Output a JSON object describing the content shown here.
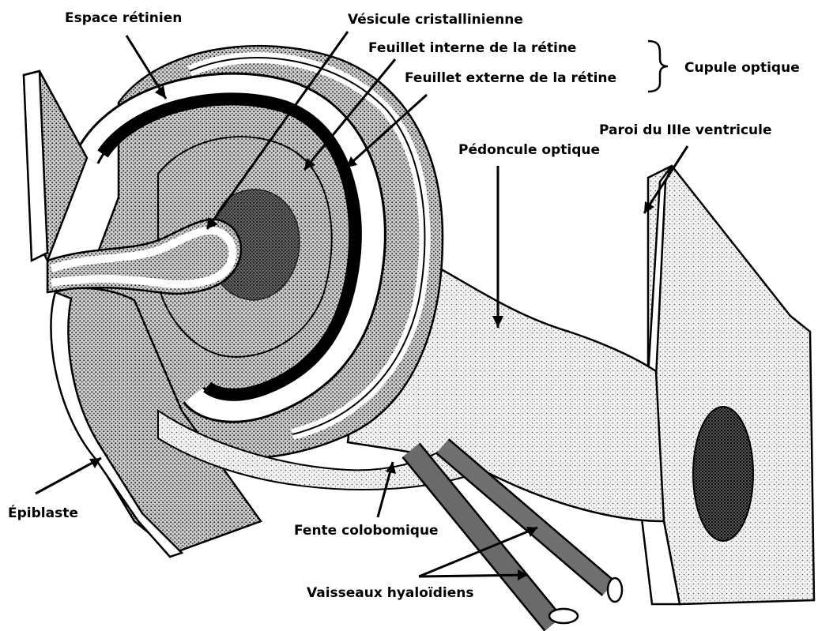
{
  "diagram": {
    "labels": {
      "espace_retinien": "Espace rétinien",
      "vesicule_cristallinienne": "Vésicule cristallinienne",
      "feuillet_interne": "Feuillet interne de la rétine",
      "feuillet_externe": "Feuillet externe de la rétine",
      "cupule_optique": "Cupule optique",
      "paroi_ventricule": "Paroi du IIIe ventricule",
      "pedoncule_optique": "Pédoncule optique",
      "epiblaste": "Épiblaste",
      "fente_colobomique": "Fente colobomique",
      "vaisseaux_hyaloidiens": "Vaisseaux hyaloïdiens"
    },
    "colors": {
      "stipple_dark": "#1a1a1a",
      "stipple_mid": "#6b6b6b",
      "vessel": "#5a5a5a",
      "membrane": "#ffffff"
    }
  }
}
